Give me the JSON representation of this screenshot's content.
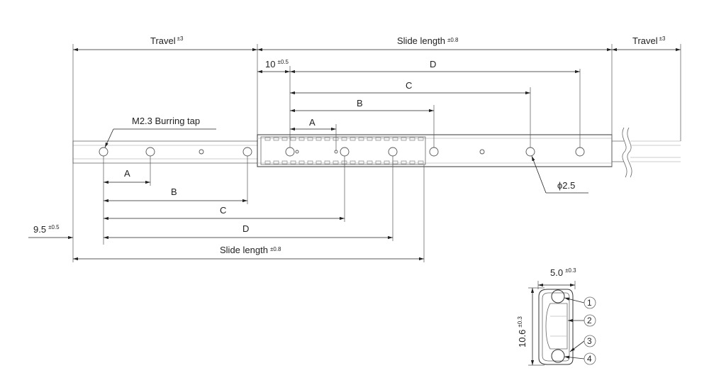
{
  "top": {
    "travel_left": "Travel",
    "travel_left_tol": "±3",
    "slide_length": "Slide length",
    "slide_length_tol": "±0.8",
    "travel_right": "Travel",
    "travel_right_tol": "±3",
    "offset_10": "10",
    "offset_10_tol": "±0.5",
    "dim_a": "A",
    "dim_b": "B",
    "dim_c": "C",
    "dim_d": "D"
  },
  "callouts": {
    "burring_tap": "M2.3 Burring tap",
    "hole_diameter": "ϕ2.5"
  },
  "bottom": {
    "offset_95": "9.5",
    "offset_95_tol": "±0.5",
    "dim_a": "A",
    "dim_b": "B",
    "dim_c": "C",
    "dim_d": "D",
    "slide_length": "Slide length",
    "slide_length_tol": "±0.8"
  },
  "section": {
    "width": "5.0",
    "width_tol": "±0.3",
    "height": "10.6",
    "height_tol": "±0.3",
    "parts": [
      "1",
      "2",
      "3",
      "4"
    ]
  }
}
